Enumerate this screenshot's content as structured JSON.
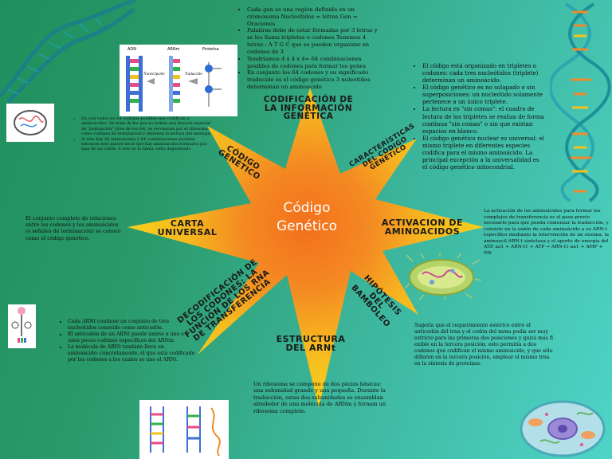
{
  "center_title": "Código Genético",
  "rays": {
    "top": "CODIFICACIÓN DE LA INFORMACIÓN GENÉTICA",
    "upper_left": "CÓDIGO GENÉTICO",
    "upper_right": "CARACTERÍSTICAS DEL CÓDIGO GENÉTICO",
    "left": "CARTA UNIVERSAL",
    "right": "ACTIVACION DE AMINOACIDOS",
    "lower_left": "DECODIFICACIÓN DE LOS CODONES: LA FUNCIÓN DE LOS RNA DE TRANSFERENCIA",
    "bottom": "ESTRUCTURA DEL ARNt",
    "lower_right": "HIPÓTESIS DEL BAMBOLEO"
  },
  "notes": {
    "top_bullets": [
      "Cada gen es una región definida en un cromosoma Nucleótidos = letras Gen = Oraciones",
      "Palabras debe de estar formadas por 3 letras y se les llama tripletes o codones Tenemos 4 letras : A T G C que se pueden organizar en codones de 3",
      "Tendríamos 4 x 4 x 4= 64 combinaciones posibles de codones para formar los genes",
      "En conjunto los 64 codones y su significado traducido es el código genético 3 nuleotidos determinan un aminoacido"
    ],
    "right_top_bullets": [
      "El código está organizado en tripletes o codones: cada tres nucleótidos (triplete) determinan un aminoácido.",
      "El código genético es no solapado o sin superposiciones: un nucleótido solamente pertenece a un único triplete.",
      "La lectura es \"sin comas\": el cuadro de lectura de los tripletes se realiza de forma continua \"sin comas\" o sin que existan espacios en blanco.",
      "El código genético nuclear es universal: el mismo triplete en diferentes especies codifica para el mismo aminoácido. La principal excepción a la universalidad es el código genético mitocondrial."
    ],
    "left_top_bullets": [
      "En casi todos los 64 codones posibles que codifican a aminoácidos. Se trata de los que no tienen una función especial de \"puntuación\" (tres de los 64), se reconocen por el ribosoma como codones de terminación y detienen la lectura del mensaje.",
      "Si sólo hay 20 aminoácidos y 64 combinaciones posibles entonces esto quiere decir que hay aminoácidos formados por mas de un codón. A esto se le llama codio degenerado"
    ],
    "left_middle": "El conjunto completo de relaciones entre los codones y los aminoácidos (o señales de terminación) se conoce como el código genético.",
    "right_middle": "La activación de los aminoácidos para formar los complejos de transferencia es el paso previo necesario para que pueda comenzar la traducción, y consiste en la unión de cada aminoácido a su ARN-t específico mediante la intervención de un enzima, la aminoacil-ARN-t sintetasa y el aporte de energía del ATP. aa1 + ARN-t1 + ATP → ARN-t1-aa1 + AMP + PPi",
    "left_bottom_bullets": [
      "Cada ARNt contiene un conjunto de tres nucleótidos conocido como anticodón.",
      "El anticodón de un ARNt puede unirse a uno o unos pocos codones específicos del ARNm.",
      "La molécula de ARNt también lleva un aminoácido: concretamente, el que está codificado por los codones a los cuales se une el ARNt."
    ],
    "right_bottom": "Sugería que el requerimiento estérico entre el anticodón del trna y el codón del mrna podía ser muy estricto para las primeras dos posiciones y quizá más fl exible en la tercera posición; esto permitía a dos codones que codifican el mismo aminoácido, y que sólo difieren en la tercera posición, emplear el mismo trna en la síntesis de proteínas.",
    "bottom": "Un ribosoma se compone de dos piezas básicas: una subunidad grande y una pequeña. Durante la traducción, estas dos subunidades se ensamblan alrededor de una molécula de ARNm y forman un ribosoma completo."
  },
  "figure_labels": {
    "col1": "ADN",
    "col2": "ARNm",
    "col3": "Proteína",
    "arrow1": "Transcripción",
    "arrow2": "Traducción"
  },
  "colors": {
    "star_outer": "#f6c21c",
    "star_inner": "#f3701c",
    "star_center": "#f59a2a",
    "bg_left": "#1f8f5e",
    "bg_right": "#4fd4c8",
    "dna_teal": "#1b9aa0",
    "dna_orange": "#f08a2a"
  }
}
